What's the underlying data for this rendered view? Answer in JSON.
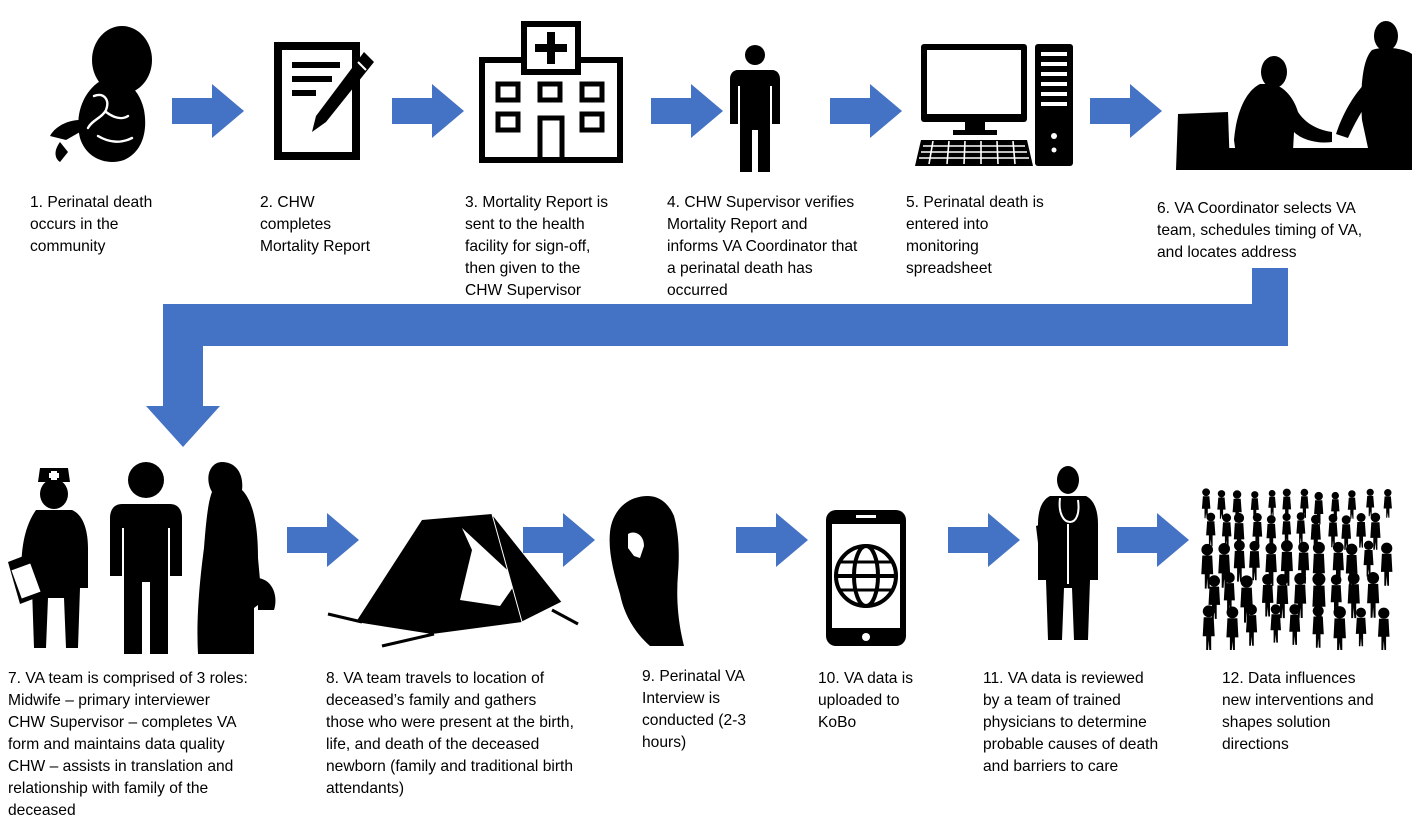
{
  "colors": {
    "arrow": "#4472C4",
    "icon": "#000000",
    "background": "#FFFFFF",
    "text": "#000000"
  },
  "steps": [
    {
      "icon": "fetus-icon",
      "caption": "1. Perinatal death\noccurs in the\ncommunity"
    },
    {
      "icon": "report-form-icon",
      "caption": "2. CHW\ncompletes\nMortality Report"
    },
    {
      "icon": "health-facility-icon",
      "caption": "3. Mortality Report is\nsent to the health\nfacility for sign-off,\nthen given to the\nCHW Supervisor"
    },
    {
      "icon": "person-icon",
      "caption": "4. CHW Supervisor verifies\nMortality Report and\ninforms VA Coordinator that\na perinatal death has\noccurred"
    },
    {
      "icon": "desktop-computer-icon",
      "caption": "5. Perinatal death is\nentered into\nmonitoring\nspreadsheet"
    },
    {
      "icon": "coordinator-at-laptop-icon",
      "caption": "6. VA Coordinator selects VA\nteam, schedules timing of VA,\nand locates address"
    },
    {
      "icon": "va-team-icon",
      "caption": "7. VA team is comprised of 3 roles:\nMidwife – primary interviewer\nCHW Supervisor – completes VA\nform and maintains data quality\nCHW – assists in translation and\nrelationship with family of the\ndeceased"
    },
    {
      "icon": "tent-icon",
      "caption": "8. VA team travels to location of\ndeceased’s family and gathers\nthose who were present at the birth,\nlife, and death of the deceased\nnewborn (family and traditional birth\nattendants)"
    },
    {
      "icon": "veiled-woman-icon",
      "caption": "9. Perinatal VA\nInterview is\nconducted (2-3\nhours)"
    },
    {
      "icon": "smartphone-globe-icon",
      "caption": "10. VA data is\nuploaded to\nKoBo"
    },
    {
      "icon": "physician-icon",
      "caption": "11. VA data is reviewed\nby a team of trained\nphysicians to determine\nprobable causes of death\nand barriers to care"
    },
    {
      "icon": "crowd-icon",
      "caption": "12. Data influences\nnew interventions and\nshapes solution\ndirections"
    }
  ]
}
